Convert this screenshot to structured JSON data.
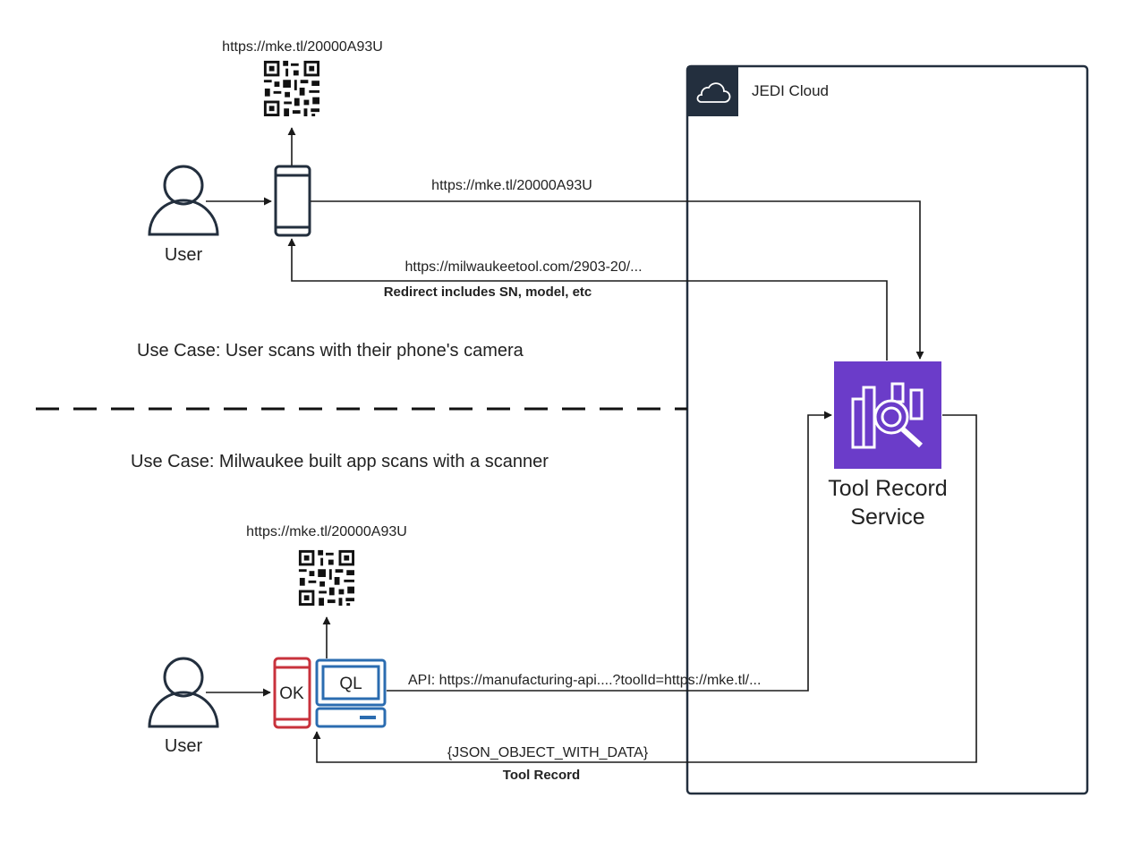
{
  "top_qr": {
    "url": "https://mke.tl/20000A93U"
  },
  "top_user": {
    "label": "User"
  },
  "top_request": {
    "url": "https://mke.tl/20000A93U"
  },
  "top_redirect": {
    "url": "https://milwaukeetool.com/2903-20/...",
    "note": "Redirect includes SN, model, etc"
  },
  "use_case_1": "Use Case: User scans with their phone's camera",
  "use_case_2": "Use Case: Milwaukee built app scans with a scanner",
  "cloud": {
    "title": "JEDI Cloud"
  },
  "service": {
    "line1": "Tool Record",
    "line2": "Service",
    "color": "#6b3cc9"
  },
  "bottom_qr": {
    "url": "https://mke.tl/20000A93U"
  },
  "bottom_user": {
    "label": "User"
  },
  "scanner_phone": {
    "label": "OK",
    "color": "#c8323c"
  },
  "scanner_pc": {
    "label": "QL",
    "color": "#2b6cb0"
  },
  "api_call": {
    "text": "API: https://manufacturing-api....?toolId=https://mke.tl/..."
  },
  "response": {
    "payload": "{JSON_OBJECT_WITH_DATA}",
    "note": "Tool Record"
  },
  "colors": {
    "dark": "#232f3e",
    "line": "#1a1a1a"
  }
}
